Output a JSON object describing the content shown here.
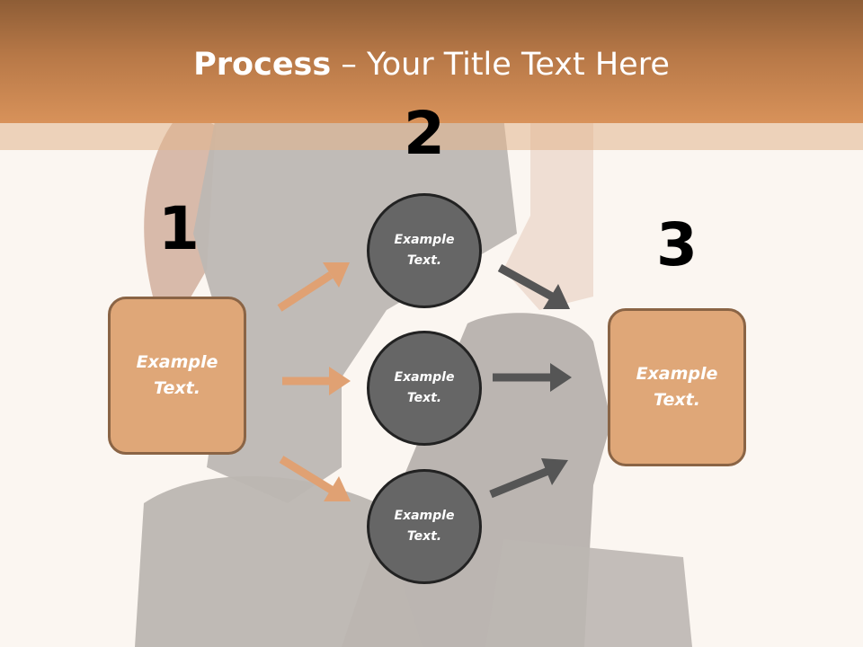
{
  "slide": {
    "title_bold": "Process",
    "title_rest": " – Your Title Text Here"
  },
  "steps": [
    {
      "number": "1"
    },
    {
      "number": "2"
    },
    {
      "number": "3"
    }
  ],
  "boxes": {
    "left_text": "Example\nText.",
    "right_text": "Example\nText."
  },
  "circles": [
    {
      "text": "Example\nText."
    },
    {
      "text": "Example\nText."
    },
    {
      "text": "Example\nText."
    }
  ],
  "colors": {
    "header": "#d8925a",
    "box_fill": "#dfa778",
    "box_border": "#8a6445",
    "circle_fill": "#666666",
    "orange_arrow": "#e0a173",
    "gray_arrow": "#555555"
  }
}
